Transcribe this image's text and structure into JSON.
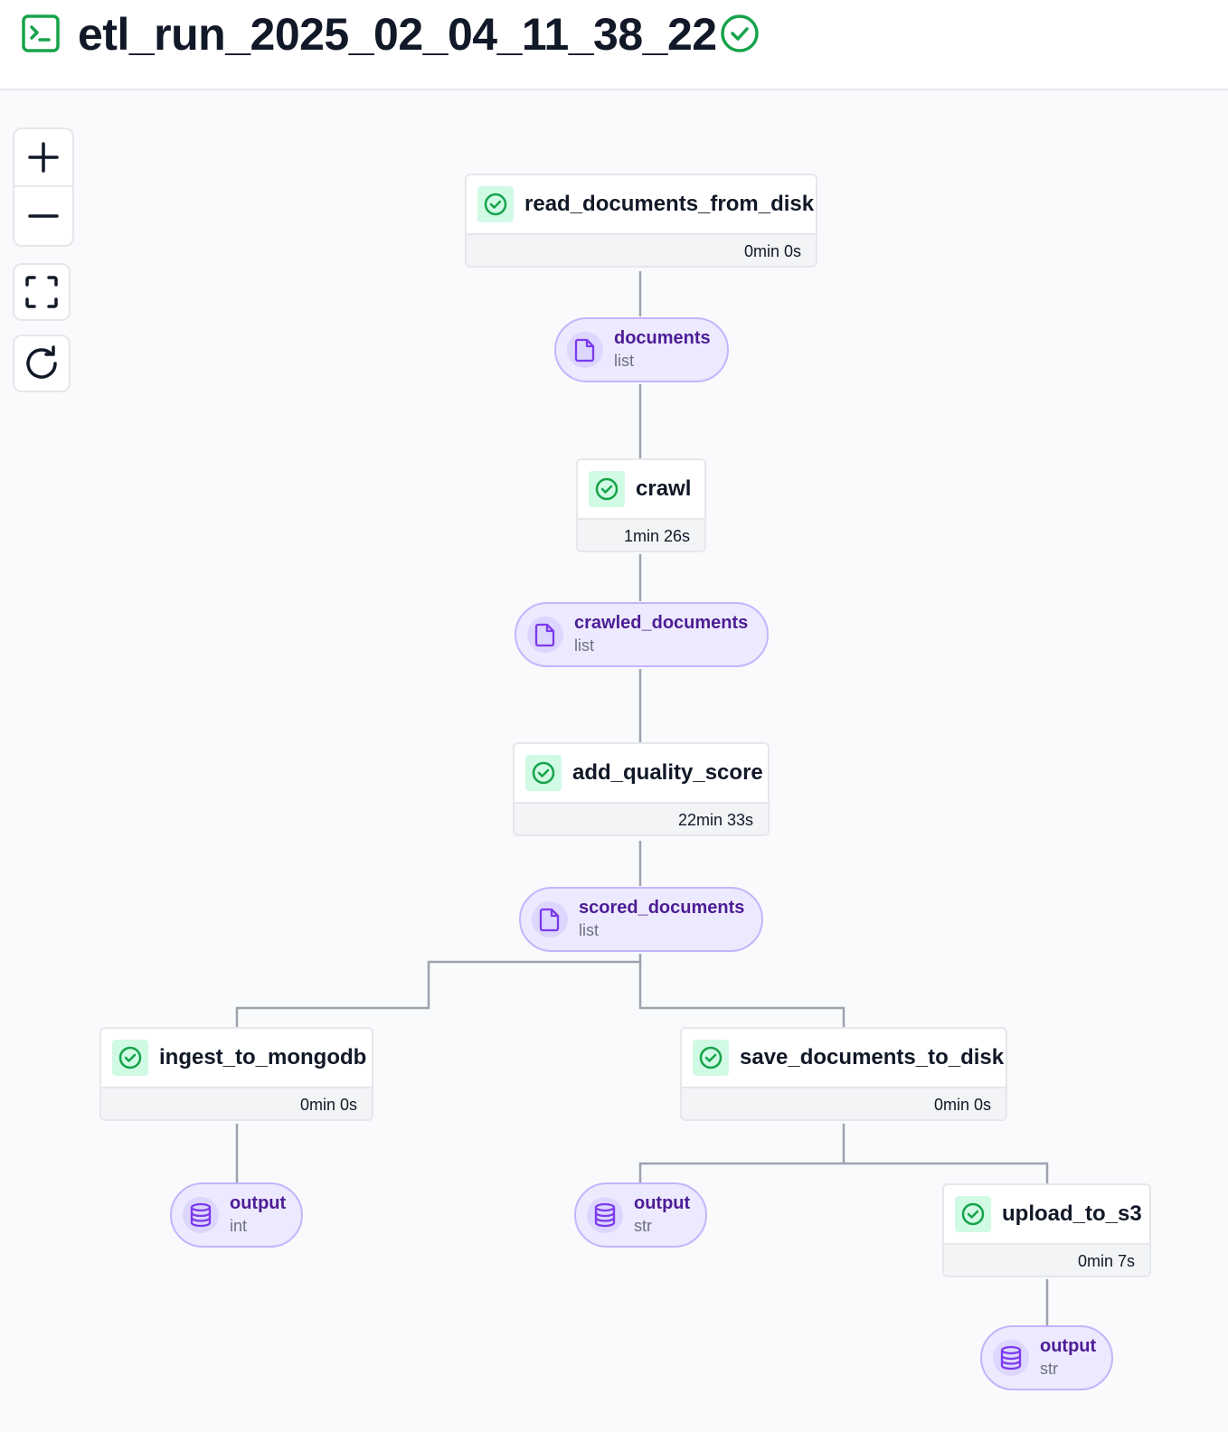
{
  "header": {
    "title": "etl_run_2025_02_04_11_38_22",
    "terminal_icon": "terminal-icon",
    "status_icon": "check-circle-icon",
    "status": "completed",
    "accent_color": "#16a34a"
  },
  "controls": {
    "zoom_in_icon": "plus-icon",
    "zoom_out_icon": "minus-icon",
    "fit_view_icon": "fit-view-icon",
    "refresh_icon": "refresh-icon"
  },
  "steps": {
    "read_documents_from_disk": {
      "name": "read_documents_from_disk",
      "duration": "0min 0s",
      "status": "completed"
    },
    "crawl": {
      "name": "crawl",
      "duration": "1min 26s",
      "status": "completed"
    },
    "add_quality_score": {
      "name": "add_quality_score",
      "duration": "22min 33s",
      "status": "completed"
    },
    "ingest_to_mongodb": {
      "name": "ingest_to_mongodb",
      "duration": "0min 0s",
      "status": "completed"
    },
    "save_documents_to_disk": {
      "name": "save_documents_to_disk",
      "duration": "0min 0s",
      "status": "completed"
    },
    "upload_to_s3": {
      "name": "upload_to_s3",
      "duration": "0min 7s",
      "status": "completed"
    }
  },
  "artifacts": {
    "documents": {
      "name": "documents",
      "type": "list",
      "icon": "file-icon"
    },
    "crawled_documents": {
      "name": "crawled_documents",
      "type": "list",
      "icon": "file-icon"
    },
    "scored_documents": {
      "name": "scored_documents",
      "type": "list",
      "icon": "file-icon"
    },
    "output_mongodb": {
      "name": "output",
      "type": "int",
      "icon": "database-icon"
    },
    "output_disk": {
      "name": "output",
      "type": "str",
      "icon": "database-icon"
    },
    "output_s3": {
      "name": "output",
      "type": "str",
      "icon": "database-icon"
    }
  },
  "colors": {
    "success": "#16a34a",
    "success_bg": "#d1fae5",
    "artifact_bg": "#ede9fe",
    "artifact_border": "#c4b5fd",
    "artifact_text": "#4c1d95",
    "edge": "#9ca3af"
  }
}
